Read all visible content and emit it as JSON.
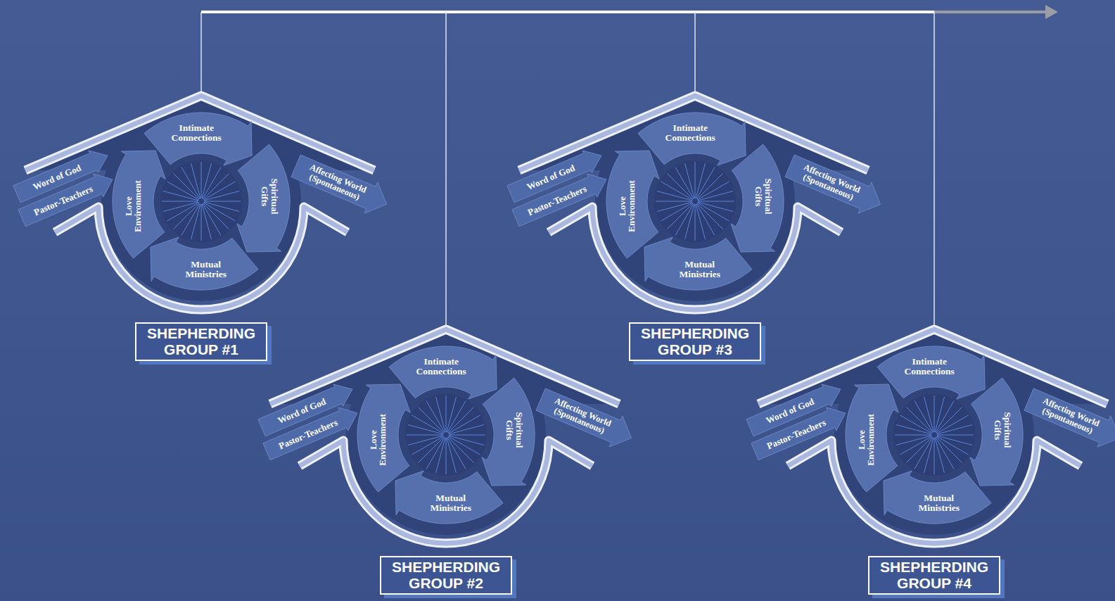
{
  "diagram": {
    "nodes": [
      {
        "text": [
          "SHEPHERDING GROUP #1"
        ]
      },
      {
        "text": [
          "Word of God"
        ],
        "in": 0
      },
      {
        "text": [
          "Pastor-Teachers"
        ],
        "in": 0
      },
      {
        "text": [
          "Intimate Connections"
        ],
        "in": 0
      },
      {
        "text": [
          "Spiritual Gifts"
        ],
        "in": 0
      },
      {
        "text": [
          "Mutual Ministries"
        ],
        "in": 0
      },
      {
        "text": [
          "Love Environment"
        ],
        "in": 0
      },
      {
        "text": [
          "Affecting World (Spontaneous)"
        ],
        "in": 0
      },
      {
        "text": [
          "SHEPHERDING GROUP #2"
        ]
      },
      {
        "text": [
          "Word of God"
        ],
        "in": 8
      },
      {
        "text": [
          "Pastor-Teachers"
        ],
        "in": 8
      },
      {
        "text": [
          "Intimate Connections"
        ],
        "in": 8
      },
      {
        "text": [
          "Spiritual Gifts"
        ],
        "in": 8
      },
      {
        "text": [
          "Mutual Ministries"
        ],
        "in": 8
      },
      {
        "text": [
          "Love Environment"
        ],
        "in": 8
      },
      {
        "text": [
          "Affecting World (Spontaneous)"
        ],
        "in": 8
      },
      {
        "text": [
          "SHEPHERDING GROUP #3"
        ]
      },
      {
        "text": [
          "Word of God"
        ],
        "in": 16
      },
      {
        "text": [
          "Pastor-Teachers"
        ],
        "in": 16
      },
      {
        "text": [
          "Intimate Connections"
        ],
        "in": 16
      },
      {
        "text": [
          "Spiritual Gifts"
        ],
        "in": 16
      },
      {
        "text": [
          "Mutual Ministries"
        ],
        "in": 16
      },
      {
        "text": [
          "Love Environment"
        ],
        "in": 16
      },
      {
        "text": [
          "Affecting World (Spontaneous)"
        ],
        "in": 16
      },
      {
        "text": [
          "SHEPHERDING GROUP #4"
        ]
      },
      {
        "text": [
          "Word of God"
        ],
        "in": 24
      },
      {
        "text": [
          "Pastor-Teachers"
        ],
        "in": 24
      },
      {
        "text": [
          "Intimate Connections"
        ],
        "in": 24
      },
      {
        "text": [
          "Spiritual Gifts"
        ],
        "in": 24
      },
      {
        "text": [
          "Mutual Ministries"
        ],
        "in": 24
      },
      {
        "text": [
          "Love Environment"
        ],
        "in": 24
      },
      {
        "text": [
          "Affecting World (Spontaneous)"
        ],
        "in": 24
      }
    ]
  }
}
